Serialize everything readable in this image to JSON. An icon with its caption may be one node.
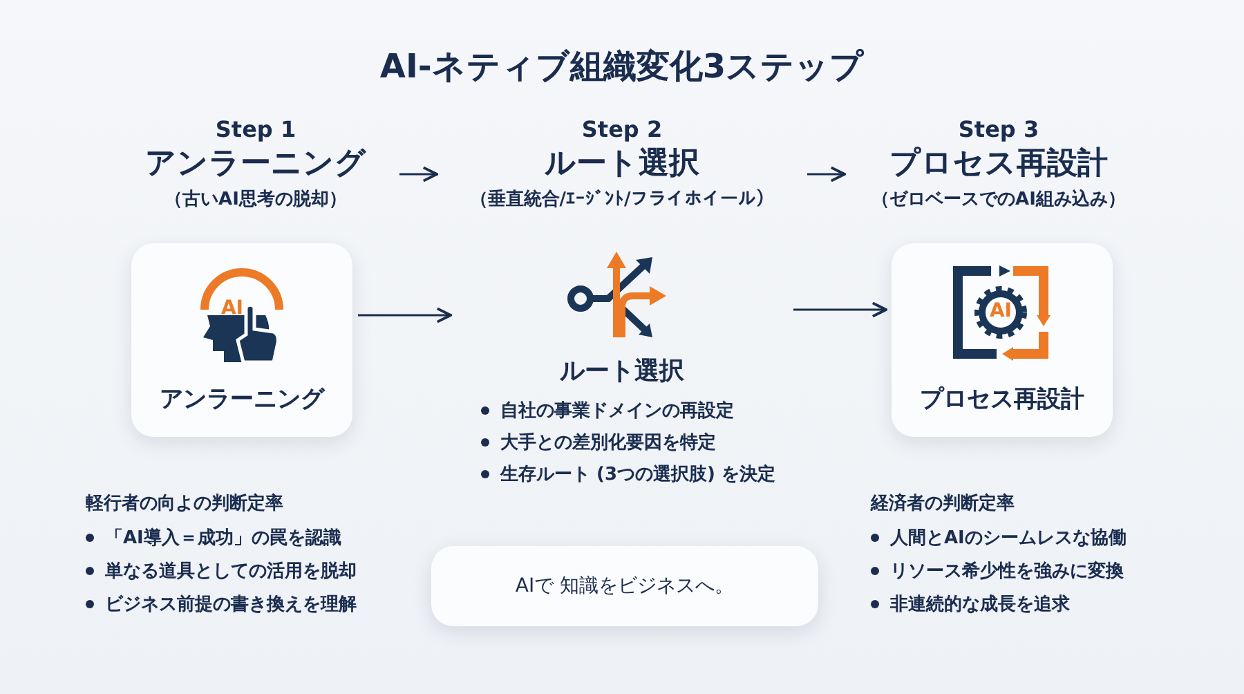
{
  "diagram": {
    "title": "AI-ネティブ組織変化3ステップ",
    "nodes": [
      {
        "text": [
          "Step 1",
          "アンラーニング",
          "（古いAI思考の脱却）"
        ]
      },
      {
        "text": [
          "Step 2",
          "ルート選択",
          "（垂直統合/ｴｰｼﾞﾝﾄ/フライホイール）"
        ]
      },
      {
        "text": [
          "Step 3",
          "プロセス再設計",
          "（ゼロベースでのAI組み込み）"
        ]
      },
      {
        "text": [
          "AI",
          "アンラーニング"
        ]
      },
      {
        "text": [
          "ルート選択",
          "自社の事業ドメインの再設定",
          "大手との差別化要因を特定",
          "生存ルート (3つの選択肢) を決定"
        ]
      },
      {
        "text": [
          "AI",
          "プロセス再設計"
        ]
      },
      {
        "text": [
          "AIで 知識をビジネスへ。"
        ]
      }
    ],
    "edges": [
      {
        "from": 0,
        "to": 1,
        "arrow": "to"
      },
      {
        "from": 1,
        "to": 2,
        "arrow": "to"
      },
      {
        "from": 3,
        "to": 4,
        "arrow": "to"
      },
      {
        "from": 4,
        "to": 5,
        "arrow": "to"
      }
    ],
    "labels": [
      "軽行者の向よの判断定率",
      "「AI導入＝成功」の罠を認識",
      "単なる道具としての活用を脱却",
      "ビジネス前提の書き換えを理解",
      "経済者の判断定率",
      "人間とAIのシームレスな協働",
      "リソース希少性を強みに変換",
      "非連続的な成長を追求"
    ]
  }
}
